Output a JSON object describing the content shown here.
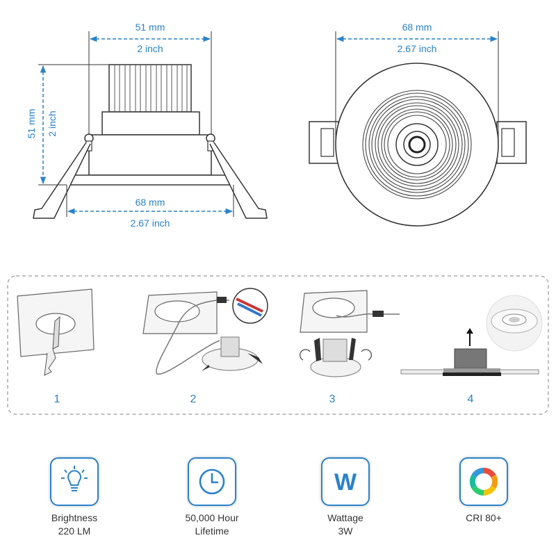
{
  "side_view": {
    "top_width_mm": "51 mm",
    "top_width_inch": "2 inch",
    "height_mm": "51 mm",
    "height_inch": "2 inch",
    "bottom_width_mm": "68 mm",
    "bottom_width_inch": "2.67 inch"
  },
  "top_view": {
    "diameter_mm": "68 mm",
    "diameter_inch": "2.67 inch"
  },
  "installation_steps": [
    "1",
    "2",
    "3",
    "4"
  ],
  "features": [
    {
      "icon": "lightbulb-icon",
      "line1": "Brightness",
      "line2": "220 LM"
    },
    {
      "icon": "clock-icon",
      "line1": "50,000 Hour",
      "line2": "Lifetime"
    },
    {
      "icon": "letter-w-icon",
      "letter": "W",
      "line1": "Wattage",
      "line2": "3W"
    },
    {
      "icon": "color-ring-icon",
      "line1": "CRI 80+",
      "line2": ""
    }
  ],
  "colors": {
    "accent": "#2a82c9",
    "outline": "#333333"
  }
}
